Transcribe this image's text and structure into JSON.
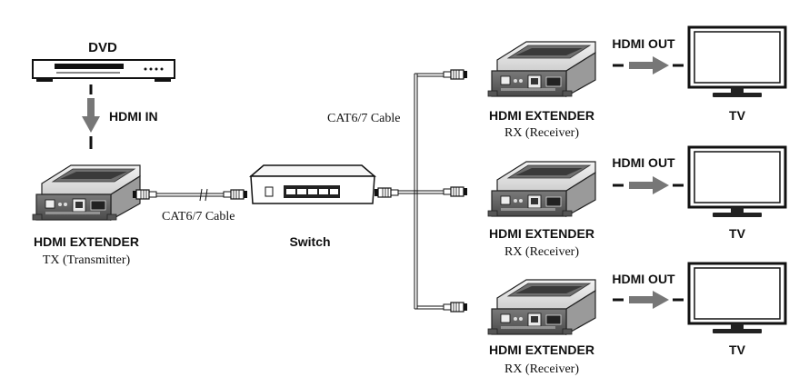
{
  "dvd": {
    "label": "DVD",
    "link_label": "HDMI IN"
  },
  "transmitter": {
    "title": "HDMI EXTENDER",
    "subtitle": "TX (Transmitter)"
  },
  "switch": {
    "label": "Switch"
  },
  "cables": {
    "tx_to_switch": "CAT6/7 Cable",
    "switch_to_rx": "CAT6/7 Cable"
  },
  "receivers": [
    {
      "title": "HDMI EXTENDER",
      "subtitle": "RX (Receiver)",
      "output_label": "HDMI OUT",
      "display_label": "TV"
    },
    {
      "title": "HDMI EXTENDER",
      "subtitle": "RX (Receiver)",
      "output_label": "HDMI OUT",
      "display_label": "TV"
    },
    {
      "title": "HDMI EXTENDER",
      "subtitle": "RX (Receiver)",
      "output_label": "HDMI OUT",
      "display_label": "TV"
    }
  ],
  "colors": {
    "ink": "#111111",
    "device_gray": "#8a8a8a",
    "arrow_gray": "#777777",
    "screen": "#ffffff"
  }
}
